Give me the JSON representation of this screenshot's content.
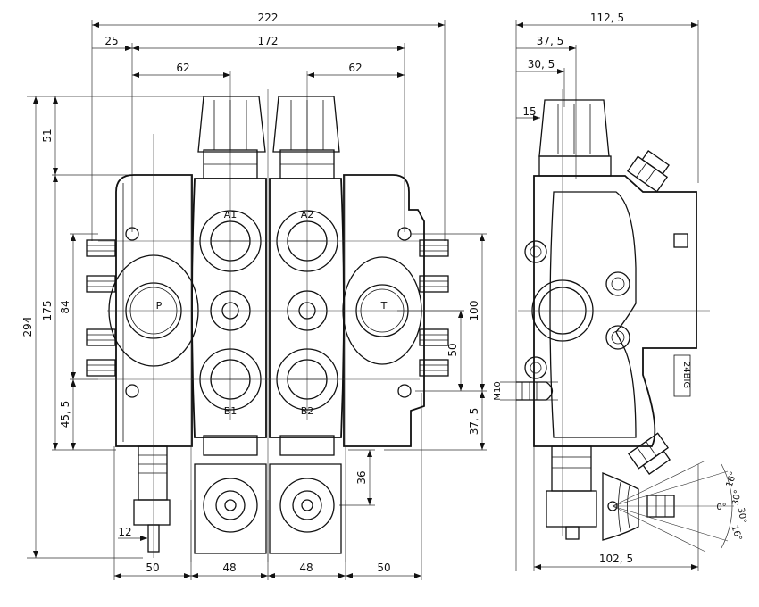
{
  "front_view": {
    "dims_top": {
      "overall_width": "222",
      "center_span": "172",
      "offset_left": "25",
      "spool_a": "62",
      "spool_b": "62"
    },
    "dims_left": {
      "overall_height": "294",
      "body_height": "175",
      "top_offset": "51",
      "port_pitch": "84",
      "bottom_offset": "45, 5"
    },
    "dims_right": {
      "mount_height": "100",
      "mid": "50",
      "low": "37, 5"
    },
    "dims_bottom": {
      "w1": "50",
      "w2": "48",
      "w3": "48",
      "w4": "50",
      "handle_offset": "12",
      "lever_travel": "36"
    },
    "ports": {
      "pressure": "P",
      "tank": "T",
      "a1": "A1",
      "a2": "A2",
      "b1": "B1",
      "b2": "B2"
    }
  },
  "side_view": {
    "dims_top": {
      "overall_depth": "112, 5",
      "d1": "37, 5",
      "d2": "30, 5",
      "d3": "15"
    },
    "dims_bottom": {
      "depth": "102, 5"
    },
    "thread": "M10",
    "model": "24BIG",
    "angles": {
      "up": "16°",
      "up2": "30°",
      "zero": "0°",
      "down2": "30°",
      "down": "16°"
    }
  }
}
